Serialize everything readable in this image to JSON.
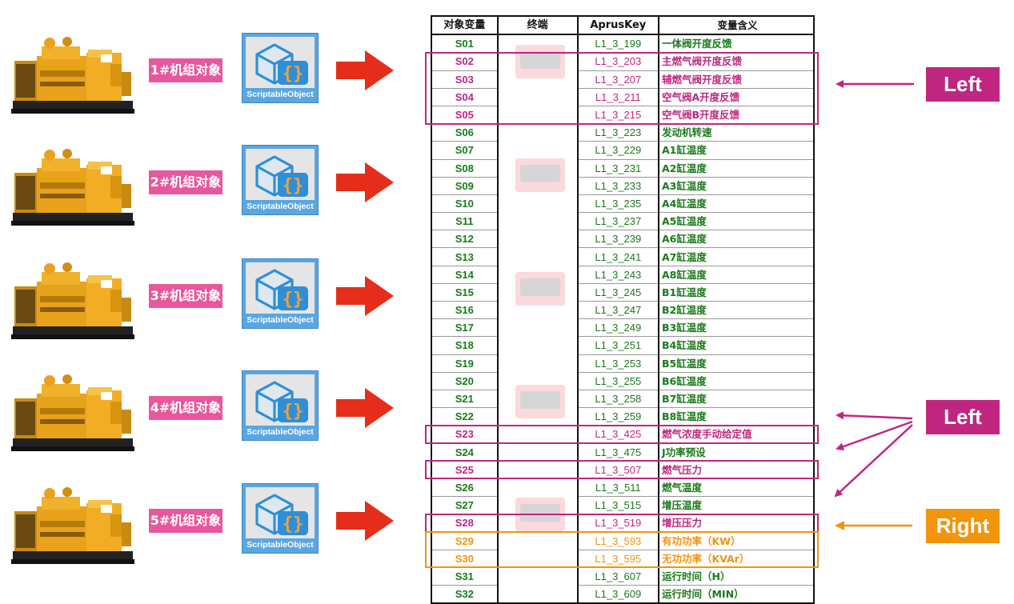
{
  "units": [
    {
      "label": "1#机组对象",
      "so_text": "ScriptableObject"
    },
    {
      "label": "2#机组对象",
      "so_text": "ScriptableObject"
    },
    {
      "label": "3#机组对象",
      "so_text": "ScriptableObject"
    },
    {
      "label": "4#机组对象",
      "so_text": "ScriptableObject"
    },
    {
      "label": "5#机组对象",
      "so_text": "ScriptableObject"
    }
  ],
  "table": {
    "headers": [
      "对象变量",
      "终端",
      "AprusKey",
      "变量含义"
    ],
    "rows": [
      {
        "var": "S01",
        "key": "L1_3_199",
        "meaning": "一体阀开度反馈",
        "hl": "none"
      },
      {
        "var": "S02",
        "key": "L1_3_203",
        "meaning": "主燃气阀开度反馈",
        "hl": "left"
      },
      {
        "var": "S03",
        "key": "L1_3_207",
        "meaning": "辅燃气阀开度反馈",
        "hl": "left"
      },
      {
        "var": "S04",
        "key": "L1_3_211",
        "meaning": "空气阀A开度反馈",
        "hl": "left"
      },
      {
        "var": "S05",
        "key": "L1_3_215",
        "meaning": "空气阀B开度反馈",
        "hl": "left"
      },
      {
        "var": "S06",
        "key": "L1_3_223",
        "meaning": "发动机转速",
        "hl": "none"
      },
      {
        "var": "S07",
        "key": "L1_3_229",
        "meaning": "A1缸温度",
        "hl": "none"
      },
      {
        "var": "S08",
        "key": "L1_3_231",
        "meaning": "A2缸温度",
        "hl": "none"
      },
      {
        "var": "S09",
        "key": "L1_3_233",
        "meaning": "A3缸温度",
        "hl": "none"
      },
      {
        "var": "S10",
        "key": "L1_3_235",
        "meaning": "A4缸温度",
        "hl": "none"
      },
      {
        "var": "S11",
        "key": "L1_3_237",
        "meaning": "A5缸温度",
        "hl": "none"
      },
      {
        "var": "S12",
        "key": "L1_3_239",
        "meaning": "A6缸温度",
        "hl": "none"
      },
      {
        "var": "S13",
        "key": "L1_3_241",
        "meaning": "A7缸温度",
        "hl": "none"
      },
      {
        "var": "S14",
        "key": "L1_3_243",
        "meaning": "A8缸温度",
        "hl": "none"
      },
      {
        "var": "S15",
        "key": "L1_3_245",
        "meaning": "B1缸温度",
        "hl": "none"
      },
      {
        "var": "S16",
        "key": "L1_3_247",
        "meaning": "B2缸温度",
        "hl": "none"
      },
      {
        "var": "S17",
        "key": "L1_3_249",
        "meaning": "B3缸温度",
        "hl": "none"
      },
      {
        "var": "S18",
        "key": "L1_3_251",
        "meaning": "B4缸温度",
        "hl": "none"
      },
      {
        "var": "S19",
        "key": "L1_3_253",
        "meaning": "B5缸温度",
        "hl": "none"
      },
      {
        "var": "S20",
        "key": "L1_3_255",
        "meaning": "B6缸温度",
        "hl": "none"
      },
      {
        "var": "S21",
        "key": "L1_3_258",
        "meaning": "B7缸温度",
        "hl": "none"
      },
      {
        "var": "S22",
        "key": "L1_3_259",
        "meaning": "B8缸温度",
        "hl": "none"
      },
      {
        "var": "S23",
        "key": "L1_3_425",
        "meaning": "燃气浓度手动给定值",
        "hl": "left"
      },
      {
        "var": "S24",
        "key": "L1_3_475",
        "meaning": "J功率预设",
        "hl": "none"
      },
      {
        "var": "S25",
        "key": "L1_3_507",
        "meaning": "燃气压力",
        "hl": "left"
      },
      {
        "var": "S26",
        "key": "L1_3_511",
        "meaning": "燃气温度",
        "hl": "none"
      },
      {
        "var": "S27",
        "key": "L1_3_515",
        "meaning": "增压温度",
        "hl": "none"
      },
      {
        "var": "S28",
        "key": "L1_3_519",
        "meaning": "增压压力",
        "hl": "left"
      },
      {
        "var": "S29",
        "key": "L1_3_593",
        "meaning": "有功功率（KW）",
        "hl": "right"
      },
      {
        "var": "S30",
        "key": "L1_3_595",
        "meaning": "无功功率（KVAr）",
        "hl": "right"
      },
      {
        "var": "S31",
        "key": "L1_3_607",
        "meaning": "运行时间（H）",
        "hl": "none"
      },
      {
        "var": "S32",
        "key": "L1_3_609",
        "meaning": "运行时间（MIN）",
        "hl": "none"
      }
    ]
  },
  "tags": {
    "left1": "Left",
    "left2": "Left",
    "right": "Right"
  },
  "colors": {
    "green": "#1a7a1a",
    "magenta": "#c0267f",
    "orange": "#f0950c",
    "pink_label": "#e8579b",
    "arrow_red": "#e52d1a",
    "so_blue": "#5aa6e0"
  }
}
